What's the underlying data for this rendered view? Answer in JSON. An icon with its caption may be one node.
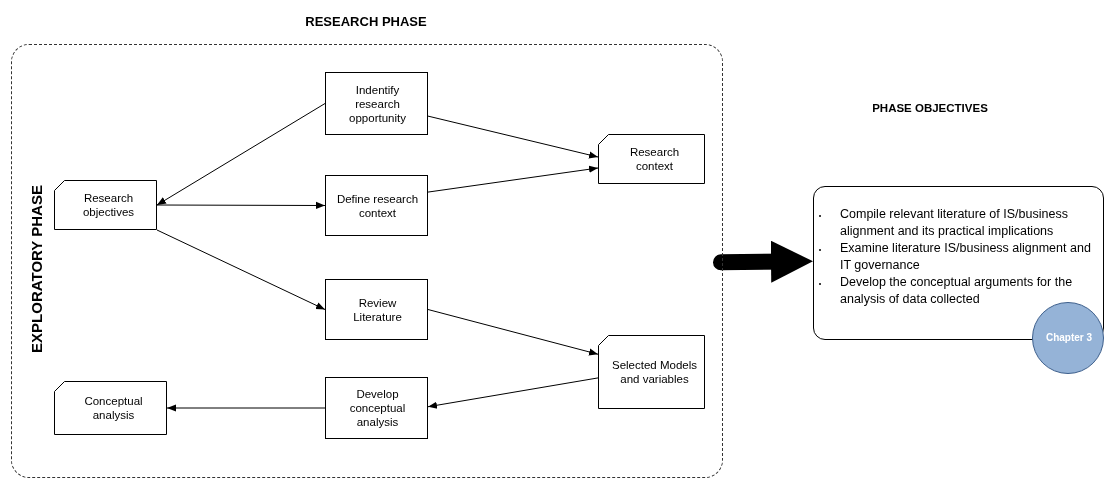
{
  "diagram": {
    "nodes": [
      {
        "text": [
          "RESEARCH PHASE",
          "EXPLORATORY PHASE"
        ]
      },
      {
        "text": [
          "Indentify research opportunity"
        ],
        "in": 0
      },
      {
        "text": [
          "Research objectives"
        ],
        "in": 0
      },
      {
        "text": [
          "Define research context"
        ],
        "in": 0
      },
      {
        "text": [
          "Research context"
        ],
        "in": 0
      },
      {
        "text": [
          "Review Literature"
        ],
        "in": 0
      },
      {
        "text": [
          "Selected Models and variables"
        ],
        "in": 0
      },
      {
        "text": [
          "Develop conceptual analysis"
        ],
        "in": 0
      },
      {
        "text": [
          "Conceptual analysis"
        ],
        "in": 0
      },
      {
        "text": [
          "Compile relevant literature of IS/business alignment and its practical implications",
          "Examine literature IS/business alignment and IT governance",
          "Develop the conceptual arguments for the analysis of data collected"
        ]
      },
      {
        "text": [
          "Chapter 3"
        ]
      }
    ],
    "edges": [
      {
        "from": 1,
        "to": 2,
        "arrow": "to"
      },
      {
        "from": 2,
        "to": 3,
        "arrow": "to"
      },
      {
        "from": 2,
        "to": 5,
        "arrow": "to"
      },
      {
        "from": 1,
        "to": 4,
        "arrow": "to"
      },
      {
        "from": 3,
        "to": 4,
        "arrow": "to"
      },
      {
        "from": 5,
        "to": 6,
        "arrow": "to"
      },
      {
        "from": 6,
        "to": 7,
        "arrow": "to"
      },
      {
        "from": 7,
        "to": 8,
        "arrow": "to"
      },
      {
        "from": 0,
        "to": 9,
        "arrow": "to",
        "style": "thick"
      }
    ],
    "labels": [
      "PHASE OBJECTIVES"
    ]
  }
}
